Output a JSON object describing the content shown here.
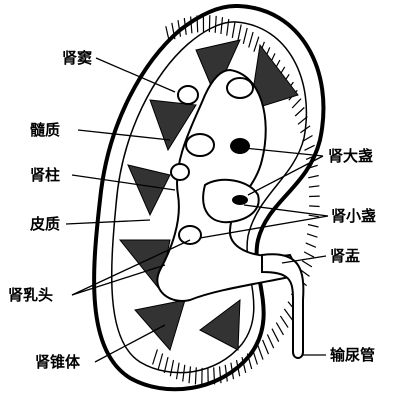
{
  "diagram": {
    "labels": {
      "renal_sinus": "肾窦",
      "medulla": "髓质",
      "renal_column": "肾柱",
      "cortex": "皮质",
      "renal_papilla": "肾乳头",
      "renal_pyramid": "肾锥体",
      "major_calyx": "肾大盏",
      "minor_calyx": "肾小盏",
      "renal_pelvis": "肾盂",
      "ureter": "输尿管"
    },
    "colors": {
      "ink": "#000000",
      "paper": "#ffffff"
    }
  }
}
